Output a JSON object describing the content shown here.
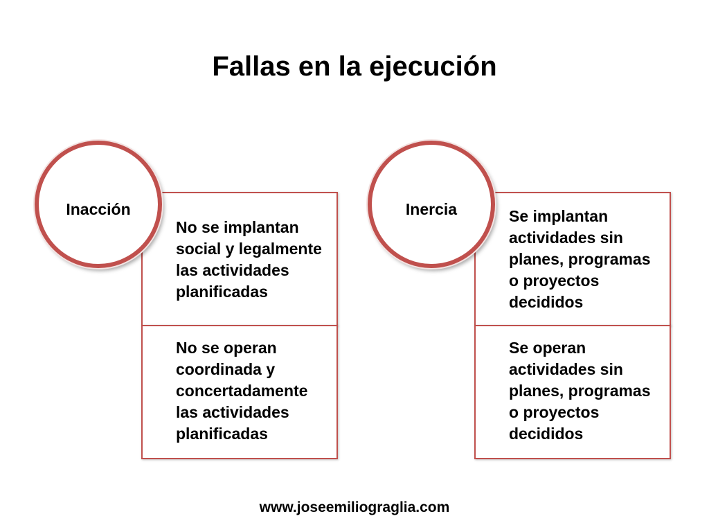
{
  "title": "Fallas en la ejecución",
  "groups": [
    {
      "circle_label": "Inacción",
      "boxes": [
        "No se implantan social y legalmente las actividades planificadas",
        "No se operan coordinada y concertadamente las actividades planificadas"
      ]
    },
    {
      "circle_label": "Inercia",
      "boxes": [
        "Se implantan actividades sin planes, programas o proyectos decididos",
        "Se operan actividades sin planes, programas o proyectos decididos"
      ]
    }
  ],
  "footer": "www.joseemiliograglia.com",
  "colors": {
    "accent": "#c0504d",
    "text": "#000000",
    "background": "#ffffff"
  }
}
